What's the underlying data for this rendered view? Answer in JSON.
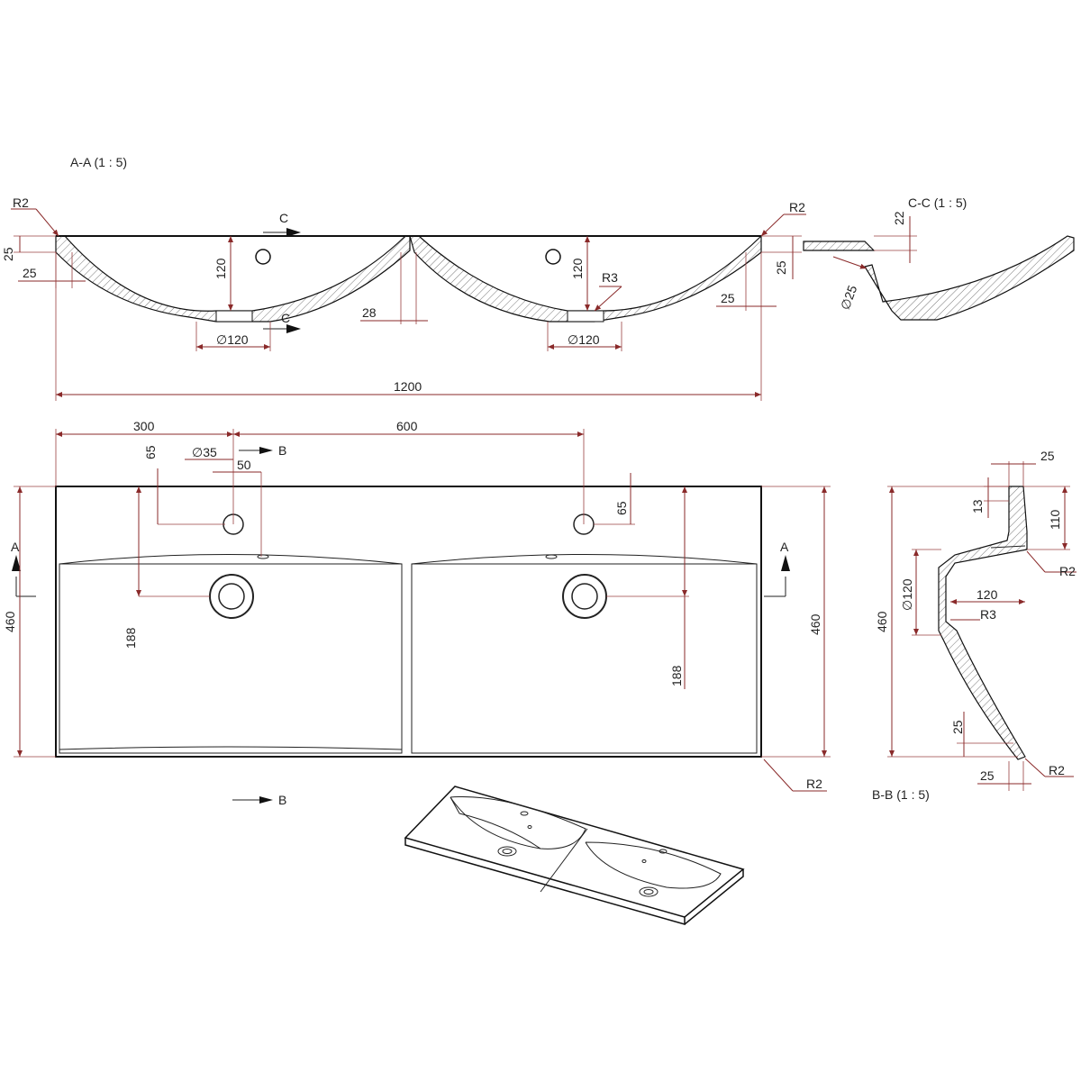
{
  "views": {
    "section_aa": "A-A  (1 : 5)",
    "section_cc": "C-C  (1 : 5)",
    "section_bb": "B-B  (1 : 5)"
  },
  "section_markers": {
    "a": "A",
    "b": "B",
    "c": "C"
  },
  "aa_dims": {
    "r2_left": "R2",
    "r2_right": "R2",
    "edge_25_left": "25",
    "inset_25_left": "25",
    "depth_120_left": "120",
    "depth_120_right": "120",
    "r3": "R3",
    "mid_28": "28",
    "drain_left": "∅120",
    "drain_right": "∅120",
    "edge_25_right": "25",
    "inset_25_right": "25",
    "overall_1200": "1200"
  },
  "cc_dims": {
    "d22": "22",
    "d25": "∅25"
  },
  "plan_dims": {
    "d300": "300",
    "d600": "600",
    "d65_left": "65",
    "d35": "∅35",
    "d50": "50",
    "d65_right": "65",
    "d460_left": "460",
    "d188_left": "188",
    "d188_right": "188",
    "d460_right": "460",
    "r2_corner": "R2"
  },
  "bb_dims": {
    "d25_top": "25",
    "d13": "13",
    "d110": "110",
    "r2_top": "R2",
    "d120_dia": "∅120",
    "d120": "120",
    "r3": "R3",
    "d460": "460",
    "d25_side": "25",
    "d25_bottom": "25",
    "r2_bottom": "R2"
  }
}
